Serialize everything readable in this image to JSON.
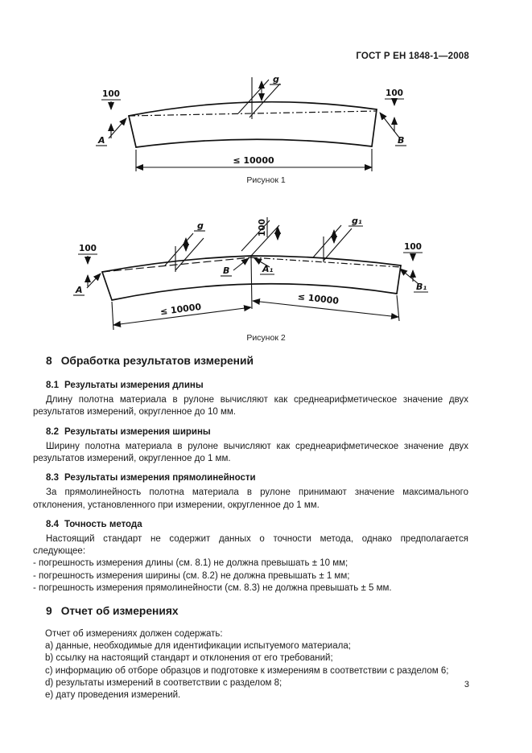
{
  "page": {
    "header": "ГОСТ Р ЕН 1848-1—2008",
    "number": "3"
  },
  "figure1": {
    "caption": "Рисунок 1",
    "labels": {
      "offset_left": "100",
      "offset_right": "100",
      "point_a": "A",
      "point_b": "B",
      "gap_g": "g",
      "length": "≤ 10000"
    }
  },
  "figure2": {
    "caption": "Рисунок 2",
    "labels": {
      "offset_left": "100",
      "offset_center": "100",
      "offset_right": "100",
      "point_a": "A",
      "point_b": "B",
      "point_a1": "A₁",
      "point_b1": "B₁",
      "gap_g": "g",
      "gap_g1": "g₁",
      "length_left": "≤ 10000",
      "length_right": "≤ 10000"
    }
  },
  "section8": {
    "number": "8",
    "title": "Обработка результатов измерений",
    "subsections": [
      {
        "number": "8.1",
        "title": "Результаты измерения длины",
        "text": "Длину полотна материала в рулоне вычисляют как среднеарифметическое значение двух результатов измерений, округленное до 10 мм."
      },
      {
        "number": "8.2",
        "title": "Результаты измерения ширины",
        "text": "Ширину полотна материала в рулоне вычисляют как среднеарифметическое значение двух результатов измерений, округленное до 1 мм."
      },
      {
        "number": "8.3",
        "title": "Результаты измерения прямолинейности",
        "text": "За прямолинейность полотна материала в рулоне принимают значение максимального отклонения, установленного при измерении, округленное до 1 мм."
      },
      {
        "number": "8.4",
        "title": "Точность метода",
        "text": "Настоящий стандарт не содержит данных о точности метода, однако предполагается следующее:",
        "items": [
          "- погрешность измерения длины (см. 8.1) не должна превышать ± 10 мм;",
          "- погрешность измерения ширины (см. 8.2) не должна превышать ± 1 мм;",
          "- погрешность измерения прямолинейности (см. 8.3) не должна превышать ± 5 мм."
        ]
      }
    ]
  },
  "section9": {
    "number": "9",
    "title": "Отчет об измерениях",
    "intro": "Отчет об измерениях должен содержать:",
    "items": [
      "a) данные, необходимые для идентификации испытуемого материала;",
      "b) ссылку на настоящий стандарт и отклонения от его требований;",
      "c) информацию об отборе образцов и подготовке к измерениям в соответствии с разделом 6;",
      "d) результаты измерений в соответствии с разделом 8;",
      "e) дату проведения измерений."
    ]
  }
}
